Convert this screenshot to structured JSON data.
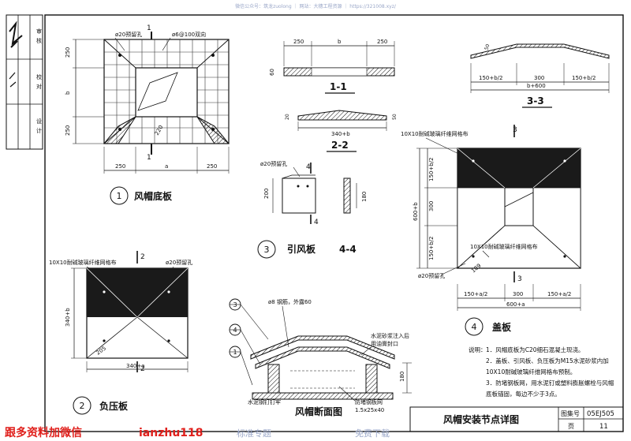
{
  "header_watermark": "微信公众号：筑龙zuolong  ｜  网站：大穗工程资源 ｜ https://321008.xyz/",
  "side_strip": [
    "审",
    "核",
    "校",
    "对",
    "设",
    "计"
  ],
  "title_block": {
    "drawing_title": "风帽安装节点详图",
    "atlas_label": "图集号",
    "atlas_no": "05EJ505",
    "page_label": "页",
    "page_no": "11"
  },
  "bottom_watermark_left": "跟多资料加微信",
  "bottom_watermark_mid": "ianzhu118",
  "bottom_watermark_right1": "标准专题",
  "bottom_watermark_right2": "免费下载",
  "fig1": {
    "label_hole": "ø20预留孔",
    "label_mesh": "ø6@100双向",
    "dim_top": "250",
    "dim_b": "b",
    "dim_bot": "250",
    "dim_left": "250",
    "dim_a": "a",
    "dim_right": "250",
    "dim_220": "220",
    "section_mark": "1",
    "number": "1",
    "caption": "风帽底板"
  },
  "sec11": {
    "dim_l": "250",
    "dim_b": "b",
    "dim_r": "250",
    "dim_h": "60",
    "caption": "1-1"
  },
  "sec22": {
    "dim_w": "340+b",
    "dim_h1": "20",
    "dim_h2": "50",
    "caption": "2-2"
  },
  "sec33": {
    "dim_l": "150+b/2",
    "dim_m": "300",
    "dim_r": "150+b/2",
    "dim_total": "b+600",
    "dim_50": "50",
    "caption": "3-3"
  },
  "fig3": {
    "label_hole": "ø20预留孔",
    "dim_200": "200",
    "dim_180": "180",
    "mark4": "4",
    "number": "3",
    "caption": "引风板",
    "sec_caption": "4-4"
  },
  "fig4": {
    "label_mesh": "10X10耐碱玻璃纤维网格布",
    "label_hole": "ø20预留孔",
    "dim_v1": "150+b/2",
    "dim_v2": "300",
    "dim_v3": "150+b/2",
    "dim_vtotal": "600+b",
    "dim_h1": "150+a/2",
    "dim_h2": "300",
    "dim_h3": "150+a/2",
    "dim_htotal": "600+a",
    "dim_189": "189",
    "mark3": "3",
    "number": "4",
    "caption": "盖板"
  },
  "fig2": {
    "label_mesh": "10X10耐碱玻璃纤维网格布",
    "label_hole": "ø20预留孔",
    "mark2": "2",
    "dim_v": "340+b",
    "dim_h": "340+a",
    "dim_205": "205",
    "number": "2",
    "caption": "负压板"
  },
  "section": {
    "callout3": "3",
    "callout4": "4",
    "callout1": "1",
    "label_rebar": "ø8 钢筋，外露60",
    "label_mortar": "水泥砂浆注入后",
    "label_mortar2": "用油膏封口",
    "label_nail": "水泥钢钉钉牢",
    "label_mesh": "防堵钢板网",
    "label_mesh2": "1.5x25x40",
    "dim_180": "180",
    "caption": "风帽断面图"
  },
  "notes": {
    "title": "说明：",
    "items": [
      "1．风帽底板为C20细石混凝土现浇。",
      "2．盖板、引风板、负压板为M15水泥砂浆内加",
      "   10X10耐碱玻璃纤维网格布预制。",
      "3．防堵钢板网，用水泥钉或塑料膨胀螺栓与风帽",
      "   底板锚固，每边不少于3点。"
    ]
  }
}
